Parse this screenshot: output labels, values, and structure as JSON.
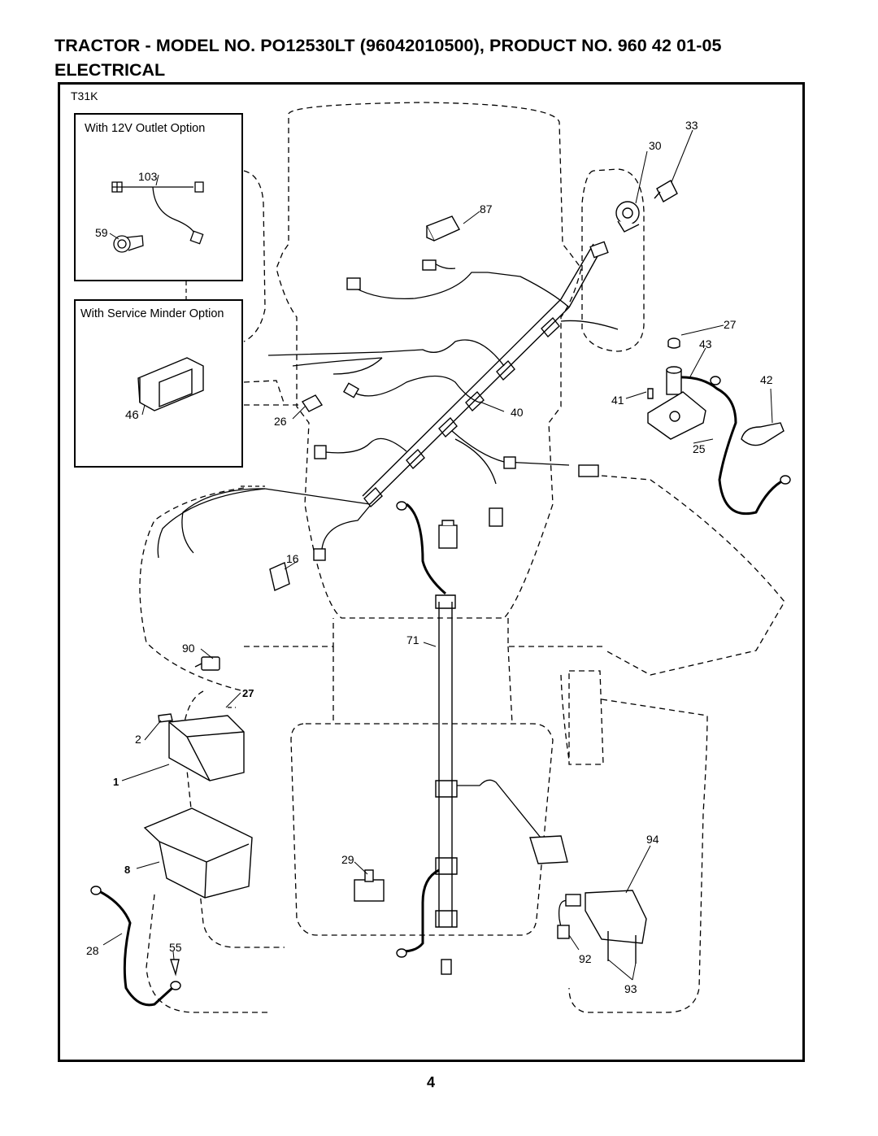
{
  "header": {
    "title": "TRACTOR - MODEL NO. PO12530LT  (96042010500), PRODUCT NO. 960 42 01-05",
    "subtitle": "ELECTRICAL"
  },
  "diagram": {
    "code": "T31K",
    "inset_12v": {
      "title": "With 12V Outlet Option",
      "parts": [
        "103",
        "59"
      ]
    },
    "inset_service": {
      "title": "With Service Minder Option",
      "parts": [
        "46"
      ]
    },
    "part_labels": [
      "33",
      "30",
      "87",
      "27",
      "43",
      "42",
      "41",
      "40",
      "26",
      "25",
      "16",
      "90",
      "71",
      "27",
      "2",
      "1",
      "8",
      "29",
      "94",
      "28",
      "55",
      "92",
      "93"
    ]
  },
  "page_number": "4"
}
